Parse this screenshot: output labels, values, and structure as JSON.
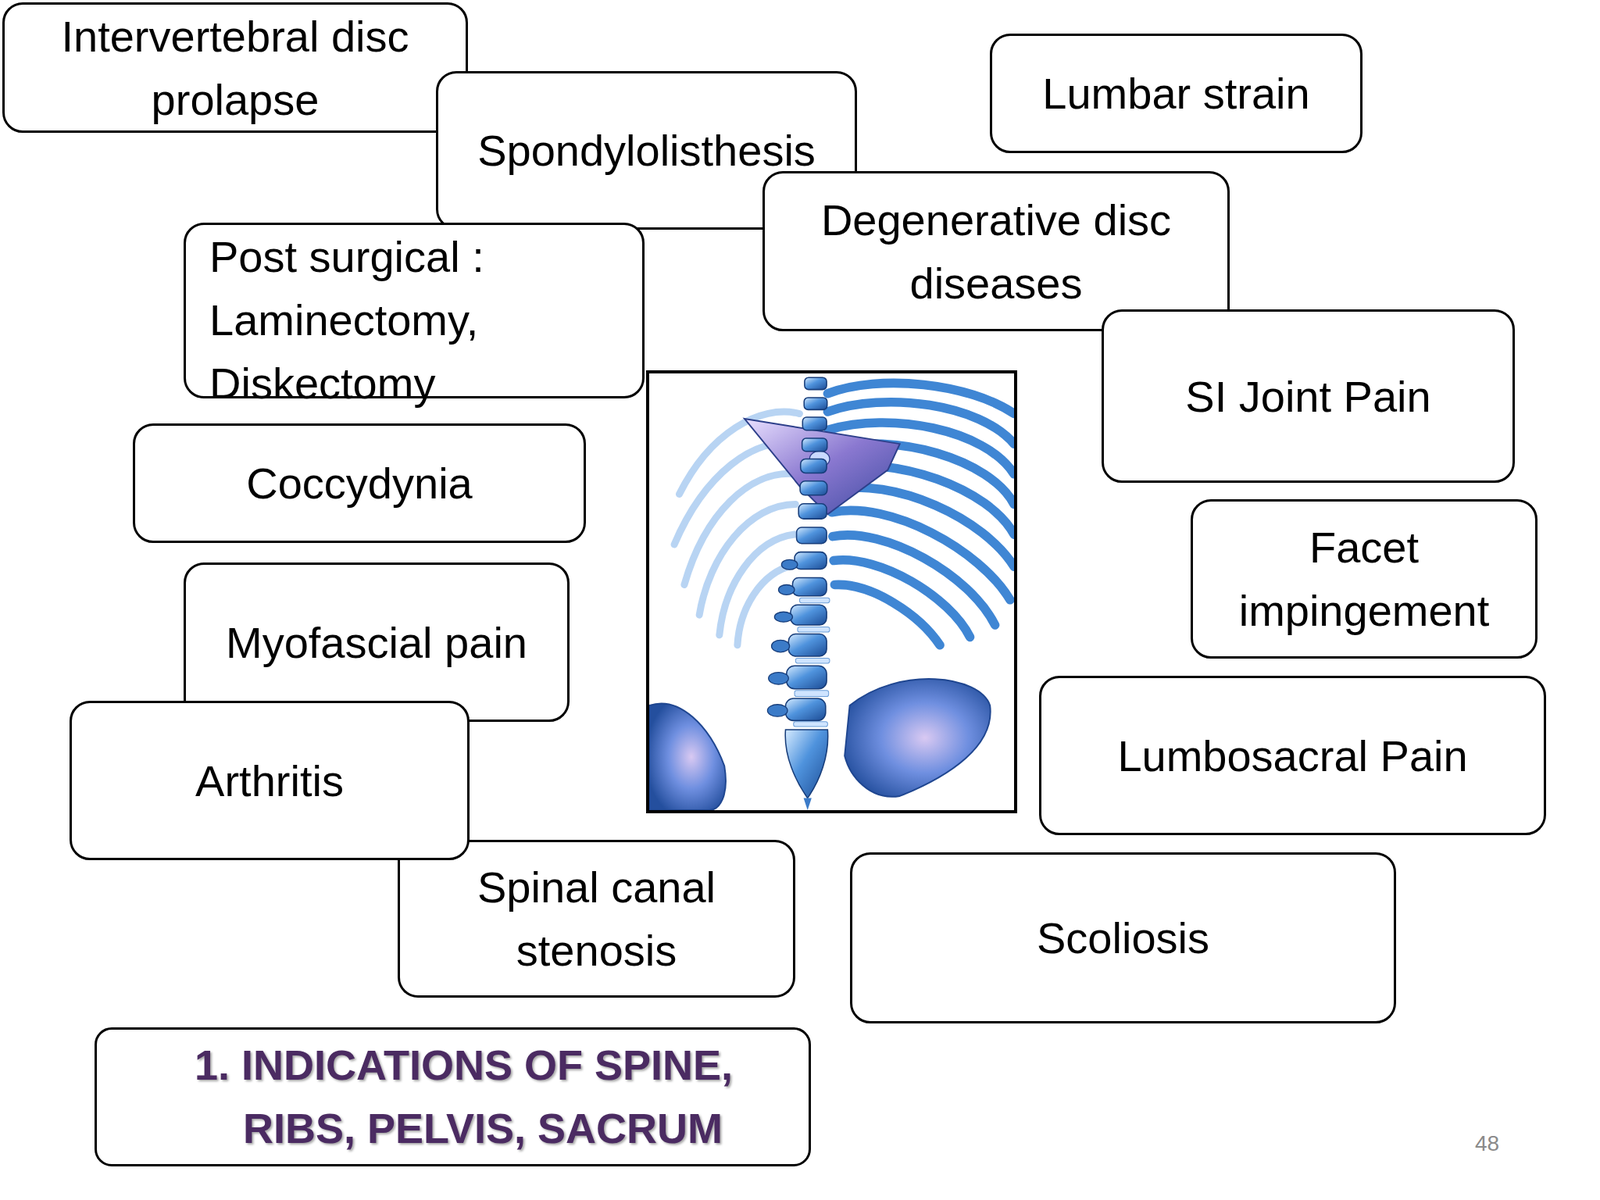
{
  "diagram": {
    "title": "1. INDICATIONS OF SPINE, RIBS, PELVIS, SACRUM",
    "nodes": [
      {
        "text": [
          "Intervertebral disc prolapse"
        ]
      },
      {
        "text": [
          "Spondylolisthesis"
        ]
      },
      {
        "text": [
          "Lumbar strain"
        ]
      },
      {
        "text": [
          "Post surgical : Laminectomy, Diskectomy"
        ]
      },
      {
        "text": [
          "Degenerative disc diseases"
        ]
      },
      {
        "text": [
          "SI Joint Pain"
        ]
      },
      {
        "text": [
          "Coccydynia"
        ]
      },
      {
        "text": [
          "Facet impingement"
        ]
      },
      {
        "text": [
          "Myofascial pain"
        ]
      },
      {
        "text": [
          "Arthritis"
        ]
      },
      {
        "text": [
          "Lumbosacral Pain"
        ]
      },
      {
        "text": [
          "Spinal canal stenosis"
        ]
      },
      {
        "text": [
          "Scoliosis"
        ]
      }
    ],
    "labels": [
      "48"
    ]
  }
}
